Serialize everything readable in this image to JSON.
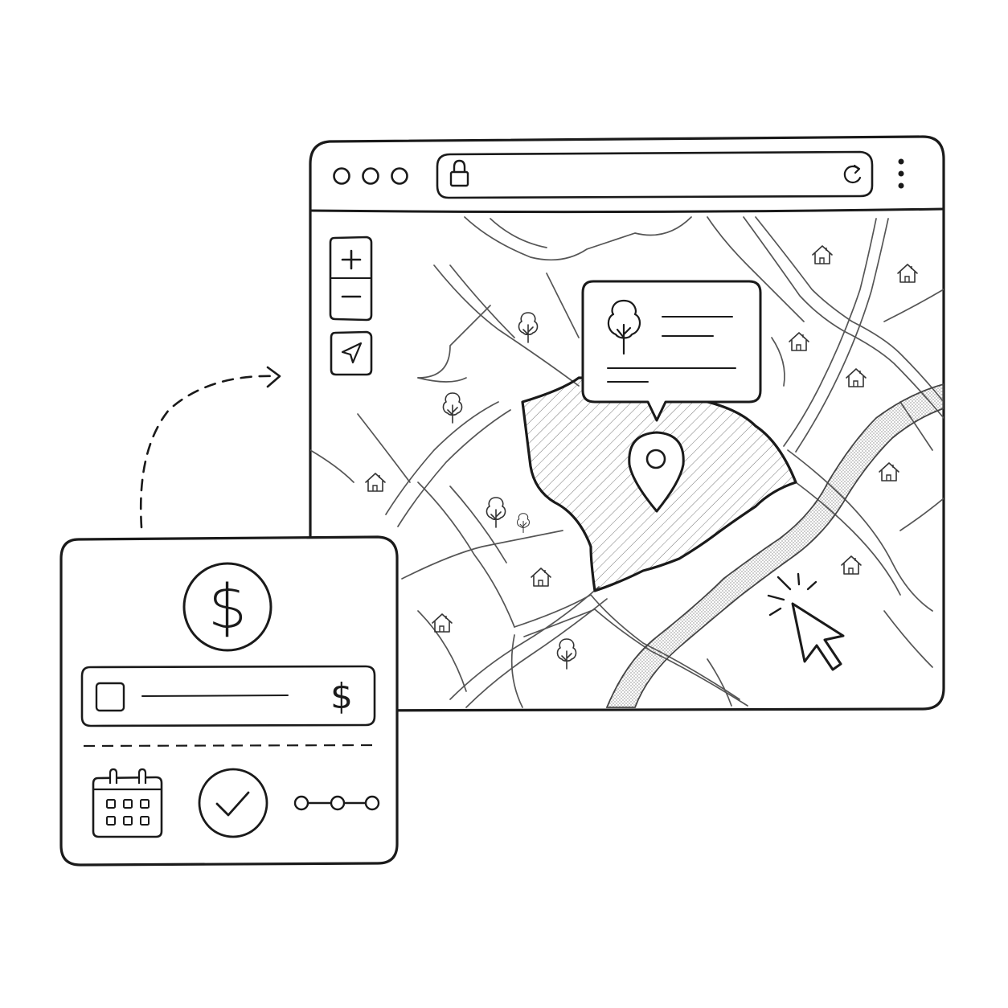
{
  "colors": {
    "ink": "#1a1a1a",
    "line": "#4a4a4a",
    "light": "#8a8a8a",
    "paper": "#ffffff"
  },
  "browser": {
    "window_controls": [
      "window-dot",
      "window-dot",
      "window-dot"
    ],
    "address_bar": {
      "value": "",
      "left_icon": "lock-icon",
      "right_icon": "reload-icon"
    },
    "menu_icon": "kebab-menu-icon"
  },
  "map": {
    "controls": {
      "zoom_in_icon": "plus-icon",
      "zoom_out_icon": "minus-icon",
      "locate_icon": "navigation-arrow-icon"
    },
    "popup": {
      "icon": "tree-icon"
    },
    "selected_area_marker_icon": "map-pin-icon",
    "cursor_icon": "mouse-pointer-click-icon"
  },
  "transition_arrow_icon": "dashed-arrow-icon",
  "payment_card": {
    "header_icon": "dollar-coin-icon",
    "amount_row": {
      "checkbox_checked": false,
      "value": "",
      "currency_symbol": "$"
    },
    "footer_icons": [
      "calendar-icon",
      "check-circle-icon",
      "steps-progress-icon"
    ]
  }
}
